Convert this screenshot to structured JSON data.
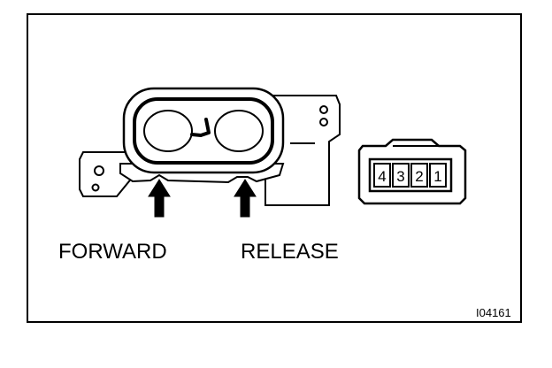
{
  "labels": {
    "forward": "FORWARD",
    "release": "RELEASE",
    "figure_id": "I04161"
  },
  "connector": {
    "pins": [
      "4",
      "3",
      "2",
      "1"
    ]
  }
}
